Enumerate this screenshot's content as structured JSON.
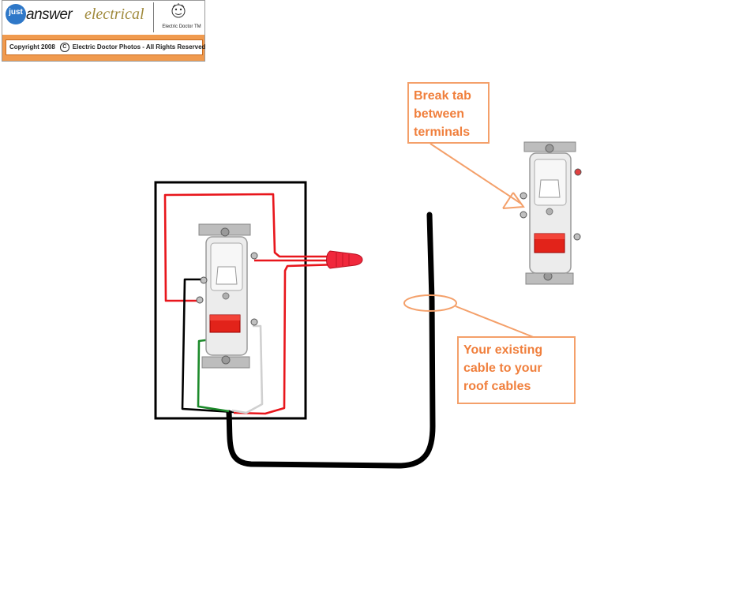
{
  "logo": {
    "just": "just",
    "answer": "answer",
    "electrical": "electrical",
    "doctor": "Electric Doctor TM",
    "copyright_prefix": "Copyright 2008",
    "copyright_symbol": "C",
    "copyright_suffix": "Electric Doctor Photos - All Rights Reserved"
  },
  "callouts": {
    "break_tab": [
      "Break tab",
      "between",
      "terminals"
    ],
    "existing_cable": [
      "Your existing",
      "cable to your",
      "roof cables"
    ]
  },
  "colors": {
    "accent_orange": "#f07f3c",
    "callout_border": "#f4a06a",
    "wire_hot": "#e8161c",
    "wire_neutral": "#cfcfcf",
    "wire_ground": "#1c8a2a",
    "wire_black": "#000000",
    "wire_nut": "#f0283c"
  }
}
